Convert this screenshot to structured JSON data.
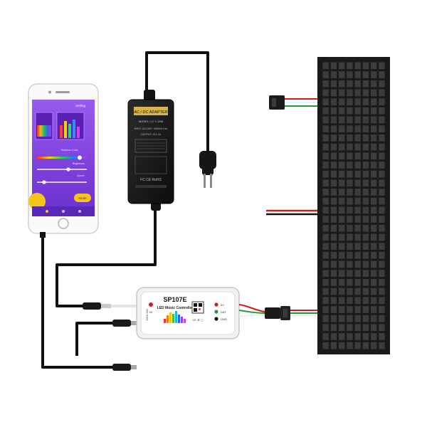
{
  "adapter": {
    "title": "AC / DC ADAPTER",
    "model": "MODEL: LC Y-12W",
    "input": "INPUT: 100-240V~ 50/60Hz 0.4A",
    "output": "OUTPUT: 12V 1A",
    "marks": "FC CE RoHS"
  },
  "controller": {
    "model": "SP107E",
    "subtitle": "LED Music Controller",
    "input_label": "IN",
    "dat_label": "DAT",
    "gnd_label": "GND",
    "power_label": "DC5-24V"
  },
  "phone_app": {
    "header": "Setting",
    "row1_label": "Rainbow Color",
    "row2_label": "Brightness",
    "row3_label": "Speed",
    "button_label": "Mode"
  },
  "colors": {
    "panel_bg": "#1a1a1a",
    "led": "#3c3c3c",
    "app_bg": "#7a3ad8",
    "accent_yellow": "#f5c518",
    "wire_red": "#d11a1a",
    "wire_green": "#1d9a3a",
    "cable_black": "#111111"
  }
}
